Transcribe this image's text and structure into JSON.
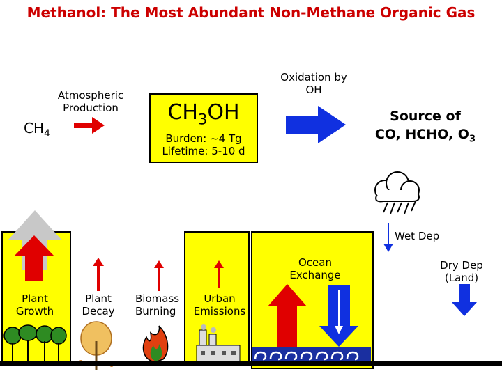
{
  "title": "Methanol: The Most Abundant Non-Methane Organic Gas",
  "atmospheric_production": "Atmospheric Production",
  "ch4": {
    "main": "CH",
    "sub": "4"
  },
  "ch3oh": {
    "a": "CH",
    "sub": "3",
    "b": "OH"
  },
  "burden": "Burden: ~4 Tg",
  "lifetime": "Lifetime: 5-10 d",
  "oxidation": "Oxidation by OH",
  "source_of": {
    "line1": "Source of",
    "line2": "CO, HCHO, O",
    "sub": "3"
  },
  "wet_dep": "Wet Dep",
  "dry_dep": "Dry Dep (Land)",
  "ocean_exchange": "Ocean Exchange",
  "sources": {
    "plant_growth": "Plant Growth",
    "plant_decay": "Plant Decay",
    "biomass_burning": "Biomass Burning",
    "urban_emissions": "Urban Emissions"
  },
  "colors": {
    "title": "#cc0000",
    "box": "#ffff00",
    "source_arrow": "#e00000",
    "sink_arrow": "#1030e0",
    "sea": "#1a2fa0"
  }
}
